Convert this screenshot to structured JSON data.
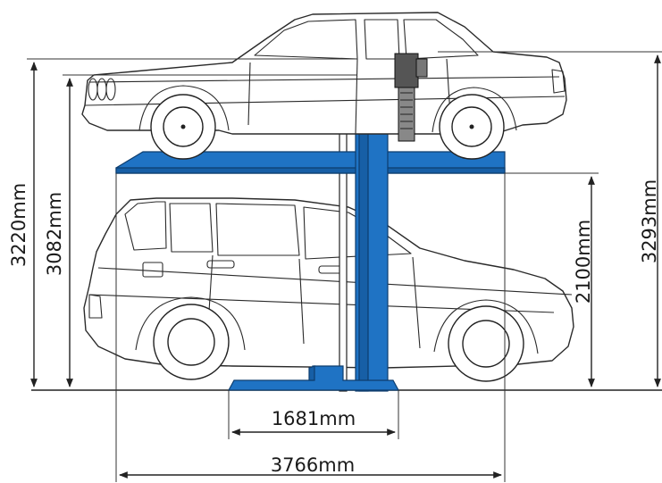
{
  "dimensions": {
    "total_height_outer": "3220mm",
    "total_height_inner": "3082mm",
    "platform_clearance": "2100mm",
    "overall_height_right": "3293mm",
    "base_width": "1681mm",
    "overall_length": "3766mm"
  },
  "colors": {
    "lift": "#1f73c4",
    "lift_dark": "#175fa6",
    "lines": "#222222"
  }
}
